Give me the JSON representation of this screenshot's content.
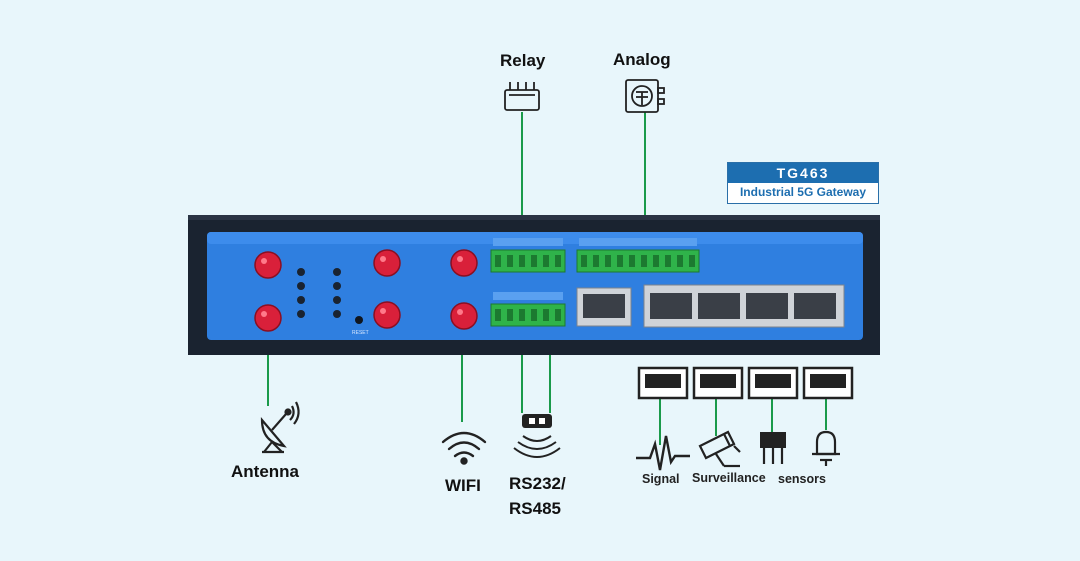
{
  "badge": {
    "model": "TG463",
    "subtitle": "Industrial 5G Gateway"
  },
  "labels": {
    "relay": "Relay",
    "analog": "Analog",
    "antenna": "Antenna",
    "wifi": "WIFI",
    "rs232": "RS232/",
    "rs485": "RS485",
    "signal": "Signal",
    "surveillance": "Surveillance",
    "sensors": "sensors"
  },
  "device_text": {
    "reset": "RESET"
  },
  "colors": {
    "background": "#e8f6fb",
    "chassis": "#1a2330",
    "panel": "#2f7fe0",
    "antenna_connector": "#d9203a",
    "terminal_block": "#2fb34a",
    "connector_line": "#1a9a4a",
    "badge_blue": "#1d6eb0"
  },
  "icons": [
    "relay-icon",
    "analog-icon",
    "satellite-dish-icon",
    "wifi-icon",
    "rs-port-icon",
    "ethernet-port-icon",
    "signal-wave-icon",
    "cctv-camera-icon",
    "sensor-chip-icon",
    "alarm-bell-icon"
  ]
}
